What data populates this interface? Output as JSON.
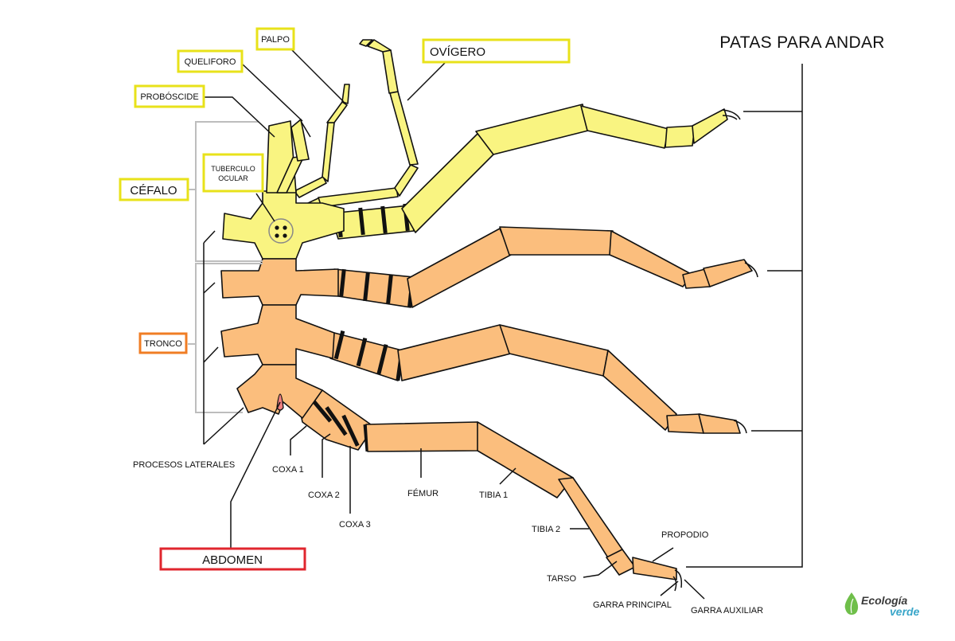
{
  "title": "PATAS PARA ANDAR",
  "labels": {
    "palpo": "PALPO",
    "queliforo": "QUELIFORO",
    "proboscide": "PROBÓSCIDE",
    "ovigero": "OVÍGERO",
    "tuberculo_line1": "TUBERCULO",
    "tuberculo_line2": "OCULAR",
    "cefalo": "CÉFALO",
    "tronco": "TRONCO",
    "procesos": "PROCESOS LATERALES",
    "abdomen": "ABDOMEN",
    "coxa1": "COXA 1",
    "coxa2": "COXA 2",
    "coxa3": "COXA 3",
    "femur": "FÉMUR",
    "tibia1": "TIBIA 1",
    "tibia2": "TIBIA 2",
    "tarso": "TARSO",
    "propodio": "PROPODIO",
    "garra_principal": "GARRA PRINCIPAL",
    "garra_auxiliar": "GARRA AUXILIAR"
  },
  "brand": {
    "line1": "Ecología",
    "line2": "verde"
  },
  "colors": {
    "cephalon_fill": "#f9f481",
    "trunk_fill": "#fbbe7d",
    "label_box_yellow": "#e8e21a",
    "label_box_orange": "#f07d24",
    "label_box_red": "#e0262e",
    "abdomen_fill": "#f08080",
    "brand_green": "#6fbf4a",
    "brand_blue": "#3aa6c9"
  }
}
